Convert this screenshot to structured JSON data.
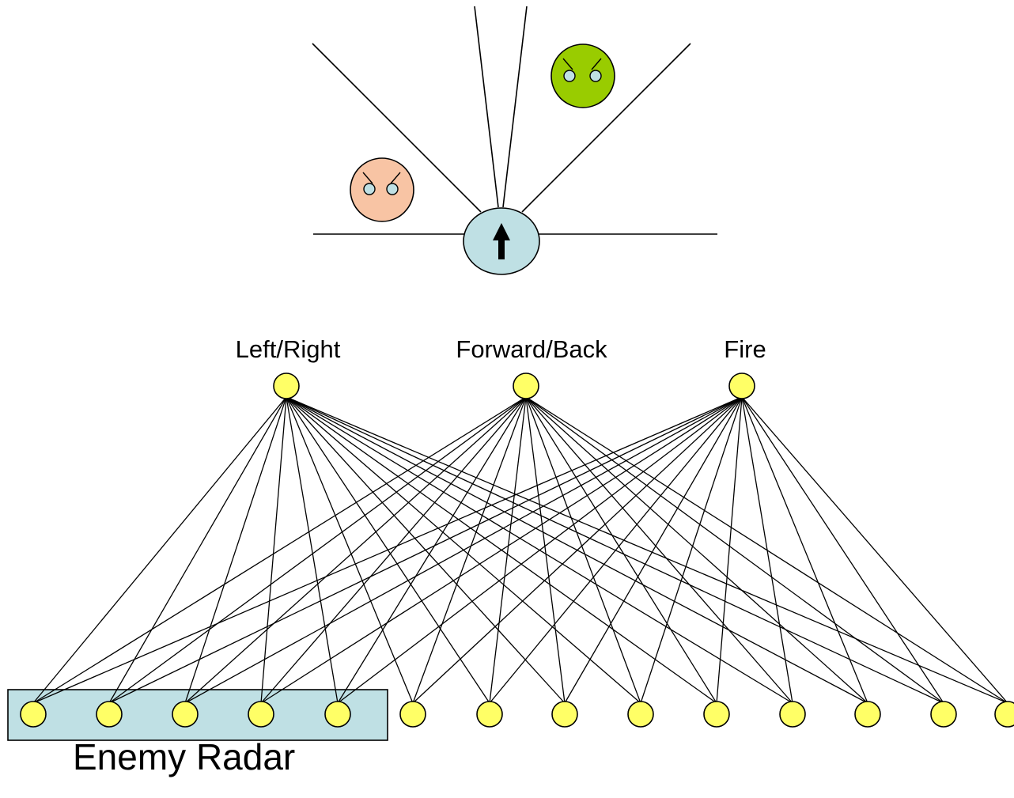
{
  "outputs": {
    "left_right": "Left/Right",
    "forward_back": "Forward/Back",
    "fire": "Fire"
  },
  "radar_label": "Enemy Radar",
  "network": {
    "output_count": 3,
    "input_count": 14,
    "radar_input_count": 5
  },
  "colors": {
    "neuron_fill": "#ffff66",
    "radar_box_fill": "#bfe0e4",
    "player_fill": "#bfe0e4",
    "enemy_near_fill": "#f8c4a4",
    "enemy_far_fill": "#99cc00",
    "eye_fill": "#bfe0e4",
    "line": "#000000"
  }
}
